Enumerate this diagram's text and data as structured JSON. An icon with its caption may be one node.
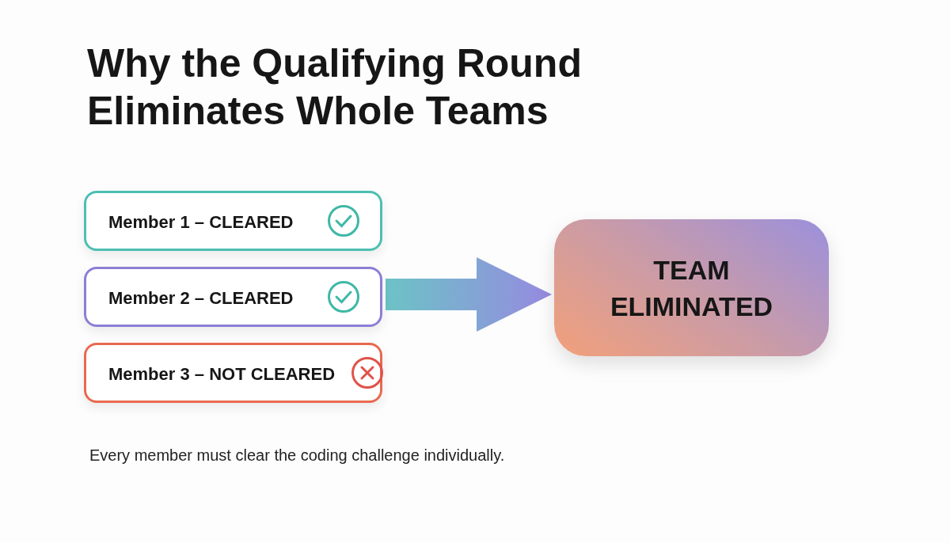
{
  "diagram": {
    "title": "Why the Qualifying Round Eliminates Whole Teams",
    "caption": "Every member must clear the coding challenge individually.",
    "nodes": [
      {
        "text": [
          "Member 1 – CLEARED"
        ]
      },
      {
        "text": [
          "Member 2 – CLEARED"
        ]
      },
      {
        "text": [
          "Member 3 – NOT CLEARED"
        ]
      },
      {
        "text": [
          "TEAM ELIMINATED"
        ]
      }
    ],
    "edges": [
      {
        "from": 0,
        "to": 3,
        "arrow": "to"
      },
      {
        "from": 1,
        "to": 3,
        "arrow": "to"
      },
      {
        "from": 2,
        "to": 3,
        "arrow": "to"
      }
    ]
  }
}
